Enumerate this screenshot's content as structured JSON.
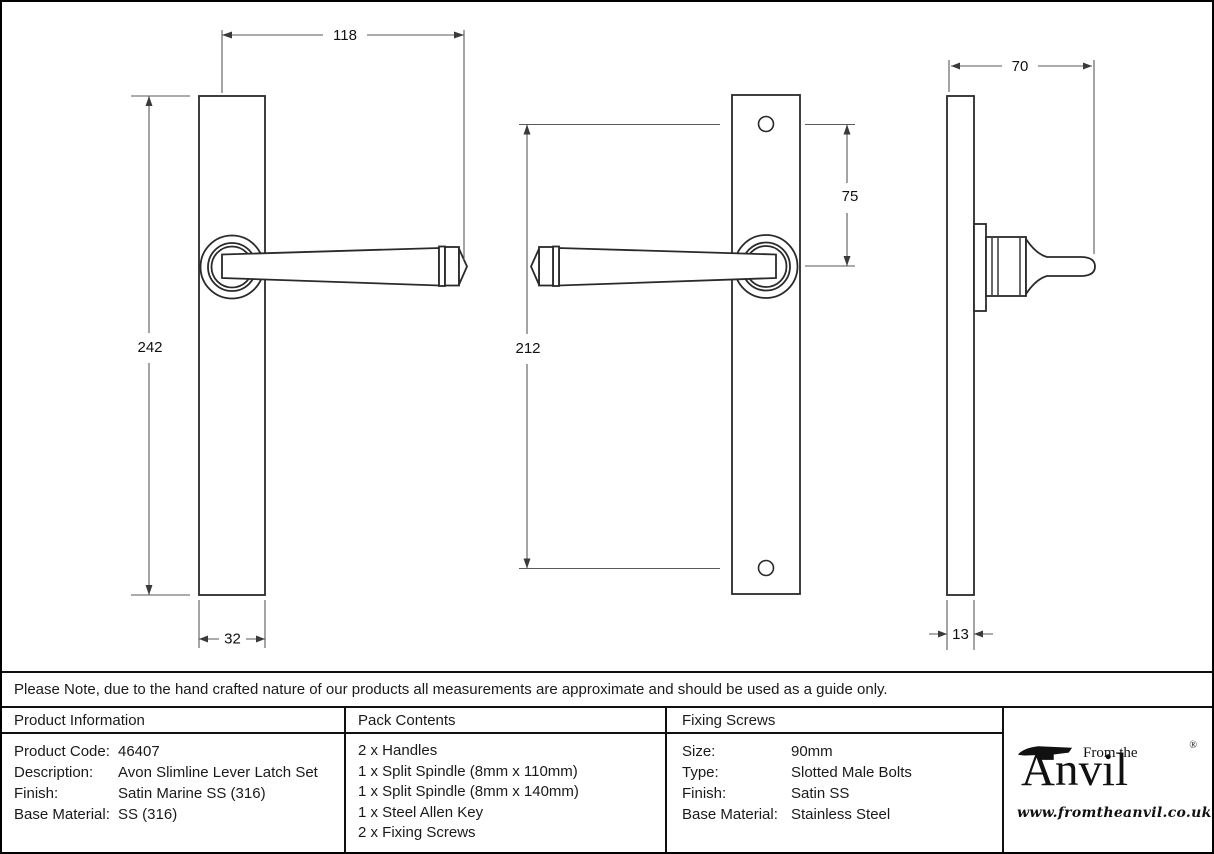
{
  "drawings": {
    "front_view": {
      "overall_width": "118",
      "plate_height": "242",
      "plate_width": "32"
    },
    "back_view": {
      "screw_centres": "212",
      "hole_to_handle": "75"
    },
    "side_view": {
      "projection": "70",
      "plate_thickness": "13"
    }
  },
  "note": "Please Note, due to the hand crafted nature of our products all measurements are approximate and should be used as a guide only.",
  "table": {
    "product_information": {
      "header": "Product Information",
      "rows": [
        {
          "label": "Product Code:",
          "value": "46407"
        },
        {
          "label": "Description:",
          "value": "Avon Slimline Lever Latch Set"
        },
        {
          "label": "Finish:",
          "value": "Satin Marine SS (316)"
        },
        {
          "label": "Base Material:",
          "value": "SS (316)"
        }
      ]
    },
    "pack_contents": {
      "header": "Pack Contents",
      "items": [
        "2 x Handles",
        "1 x Split Spindle (8mm x 110mm)",
        "1 x Split Spindle (8mm x 140mm)",
        "1 x Steel Allen Key",
        "2 x Fixing Screws"
      ]
    },
    "fixing_screws": {
      "header": "Fixing Screws",
      "rows": [
        {
          "label": "Size:",
          "value": "90mm"
        },
        {
          "label": "Type:",
          "value": "Slotted Male Bolts"
        },
        {
          "label": "Finish:",
          "value": "Satin SS"
        },
        {
          "label": "Base Material:",
          "value": "Stainless Steel"
        }
      ]
    }
  },
  "logo": {
    "from_the": "From the",
    "brand": "Anvil",
    "registered": "®",
    "url": "www.fromtheanvil.co.uk",
    "icon": "anvil-icon"
  },
  "colors": {
    "background": "#ffffff",
    "border": "#000000",
    "part_line": "#2a2a2a",
    "dimension_line": "#5a5a5a",
    "text": "#111111"
  }
}
